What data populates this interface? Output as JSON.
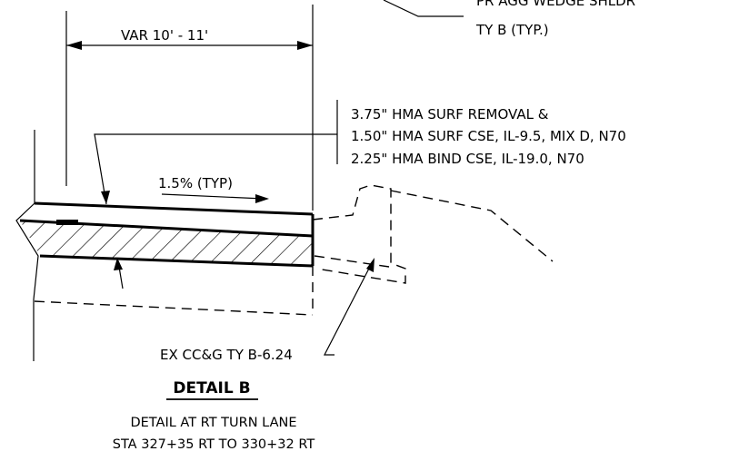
{
  "labels": {
    "wedge_line1": "PR AGG WEDGE SHLDR",
    "wedge_line2": "TY B (TYP.)",
    "width_dim": "VAR 10' - 11'",
    "hma_line1": "3.75\" HMA SURF REMOVAL  &",
    "hma_line2": "1.50\" HMA SURF CSE, IL-9.5, MIX D, N70",
    "hma_line3": "2.25\" HMA BIND CSE, IL-19.0, N70",
    "slope": "1.5% (TYP)",
    "curb": "EX CC&G TY B-6.24"
  },
  "detail": {
    "title": "DETAIL B",
    "subtitle_line1": "DETAIL AT RT TURN LANE",
    "subtitle_line2": "STA 327+35 RT TO 330+32 RT"
  }
}
